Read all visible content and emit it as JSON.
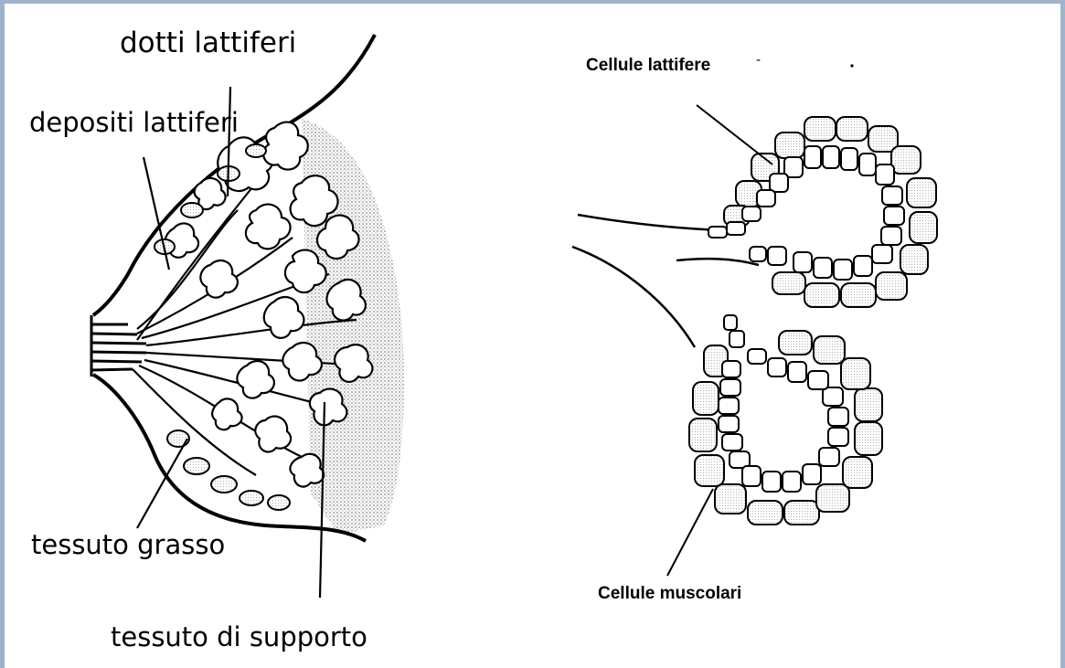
{
  "labels": {
    "dotti_lattiferi": "dotti lattiferi",
    "depositi_lattiferi": "depositi lattiferi",
    "tessuto_grasso": "tessuto grasso",
    "tessuto_supporto": "tessuto di supporto",
    "cellule_lattifere": "Cellule lattifere",
    "cellule_muscolari": "Cellule muscolari"
  },
  "colors": {
    "frame": "#9fb4cc",
    "ink": "#000000",
    "shading": "#c8c8c8"
  }
}
